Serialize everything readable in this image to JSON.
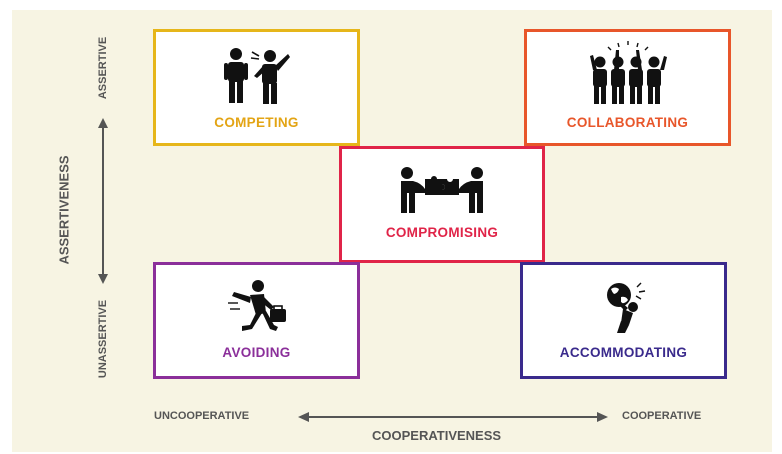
{
  "strategies": {
    "competing": "COMPETING",
    "collaborating": "COLLABORATING",
    "compromising": "COMPROMISING",
    "avoiding": "AVOIDING",
    "accommodating": "ACCOMMODATING"
  },
  "axes": {
    "y_title": "ASSERTIVENESS",
    "y_high": "ASSERTIVE",
    "y_low": "UNASSERTIVE",
    "x_title": "COOPERATIVENESS",
    "x_low": "UNCOOPERATIVE",
    "x_high": "COOPERATIVE"
  },
  "colors": {
    "competing": "#e6b61a",
    "collaborating": "#e8562a",
    "compromising": "#e02448",
    "avoiding": "#8b2f9a",
    "accommodating": "#3a2a8c",
    "background": "#f7f4e3"
  },
  "icons": {
    "competing": "arguing-people-icon",
    "collaborating": "cheering-group-icon",
    "compromising": "puzzle-handshake-icon",
    "avoiding": "running-away-icon",
    "accommodating": "carrying-globe-icon"
  }
}
